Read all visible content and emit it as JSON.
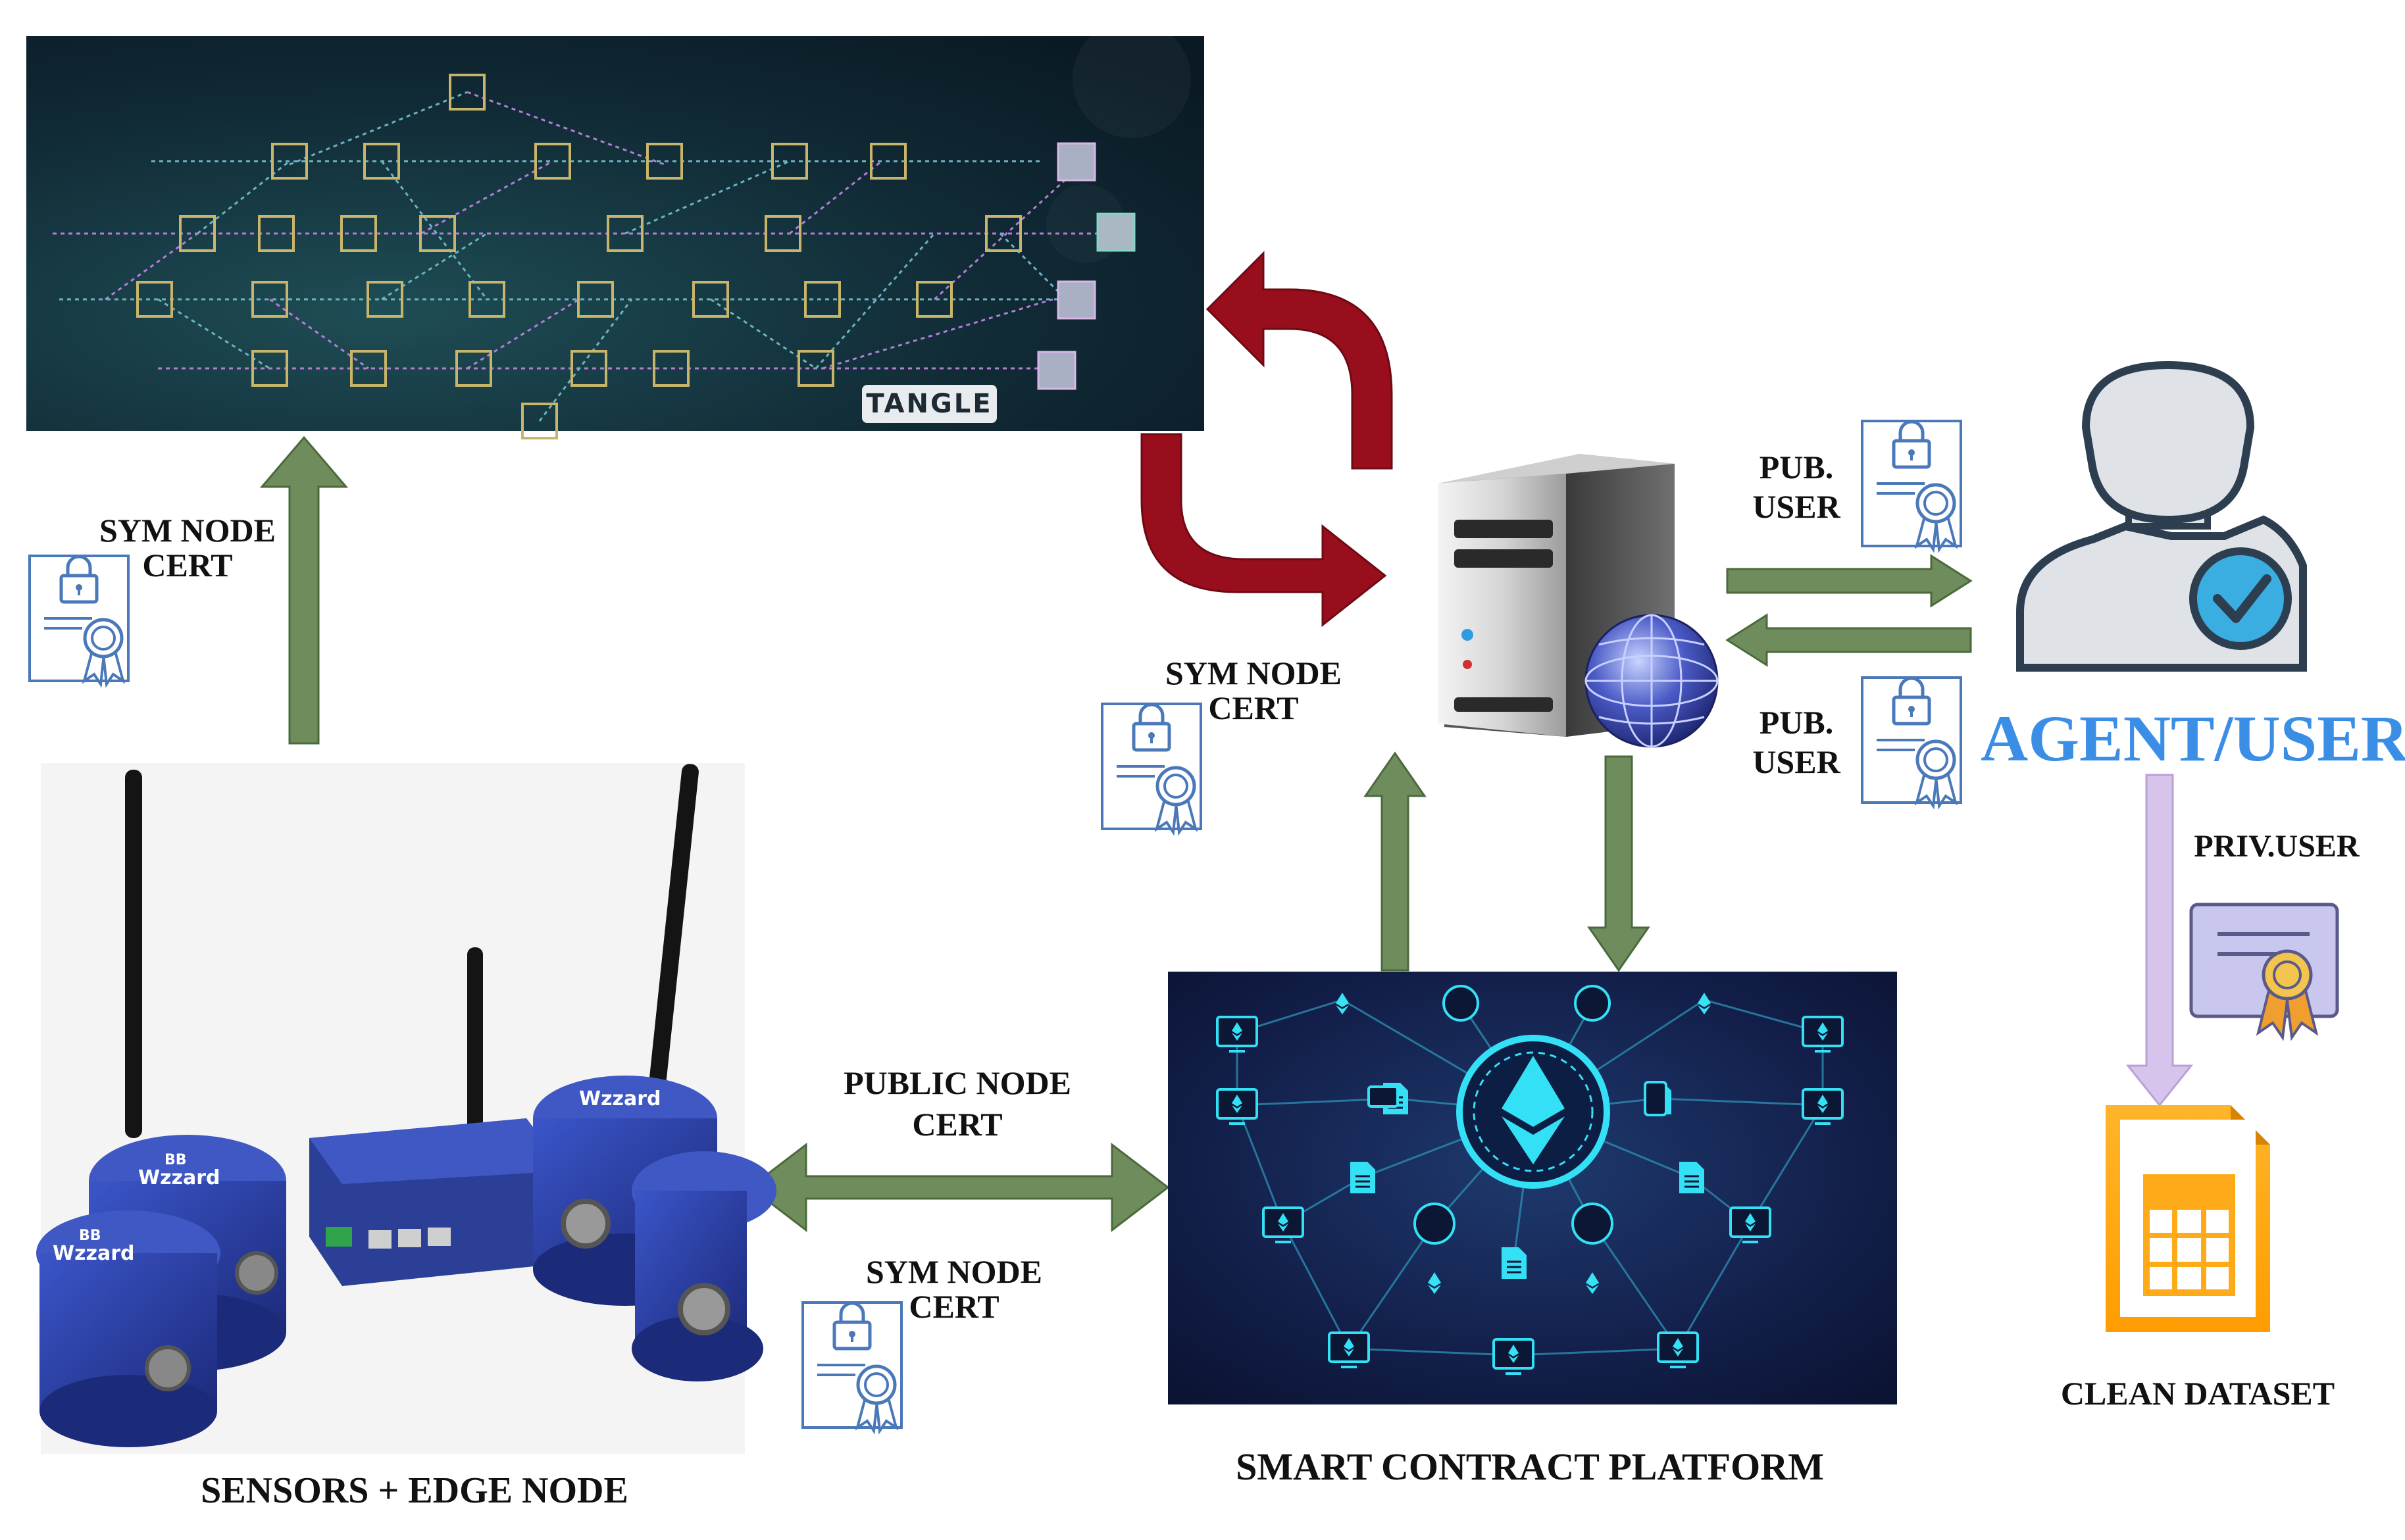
{
  "tangle": {
    "badge": "TANGLE"
  },
  "labels": {
    "sym_node_cert_left": [
      "SYM NODE",
      "CERT"
    ],
    "sym_node_cert_mid": [
      "SYM NODE",
      "CERT"
    ],
    "sym_node_cert_bottom": [
      "SYM NODE",
      "CERT"
    ],
    "public_node_cert": [
      "PUBLIC NODE",
      "CERT"
    ],
    "pub_user_top": [
      "PUB.",
      "USER"
    ],
    "pub_user_bottom": [
      "PUB.",
      "USER"
    ],
    "priv_user": "PRIV.USER",
    "agent_user": "AGENT/USER",
    "clean_dataset": "CLEAN DATASET",
    "sensors_edge": "SENSORS + EDGE NODE",
    "smart_contract": "SMART CONTRACT PLATFORM"
  },
  "device_brand": [
    "BB",
    "Wzzard"
  ],
  "colors": {
    "green_arrow": "#6e8c5c",
    "green_outline": "#4a6a3c",
    "red_arrow": "#980e1c",
    "lavender_arrow": "#d7c4ec",
    "agent_blue": "#3a8ee6",
    "tangle_bg": "#0e2530",
    "eth_bg": "#0c1635",
    "cyan": "#34e0f5"
  },
  "icons": [
    "certificate-icon",
    "server-icon",
    "globe-icon",
    "user-check-icon",
    "spreadsheet-icon",
    "ethereum-icon"
  ]
}
